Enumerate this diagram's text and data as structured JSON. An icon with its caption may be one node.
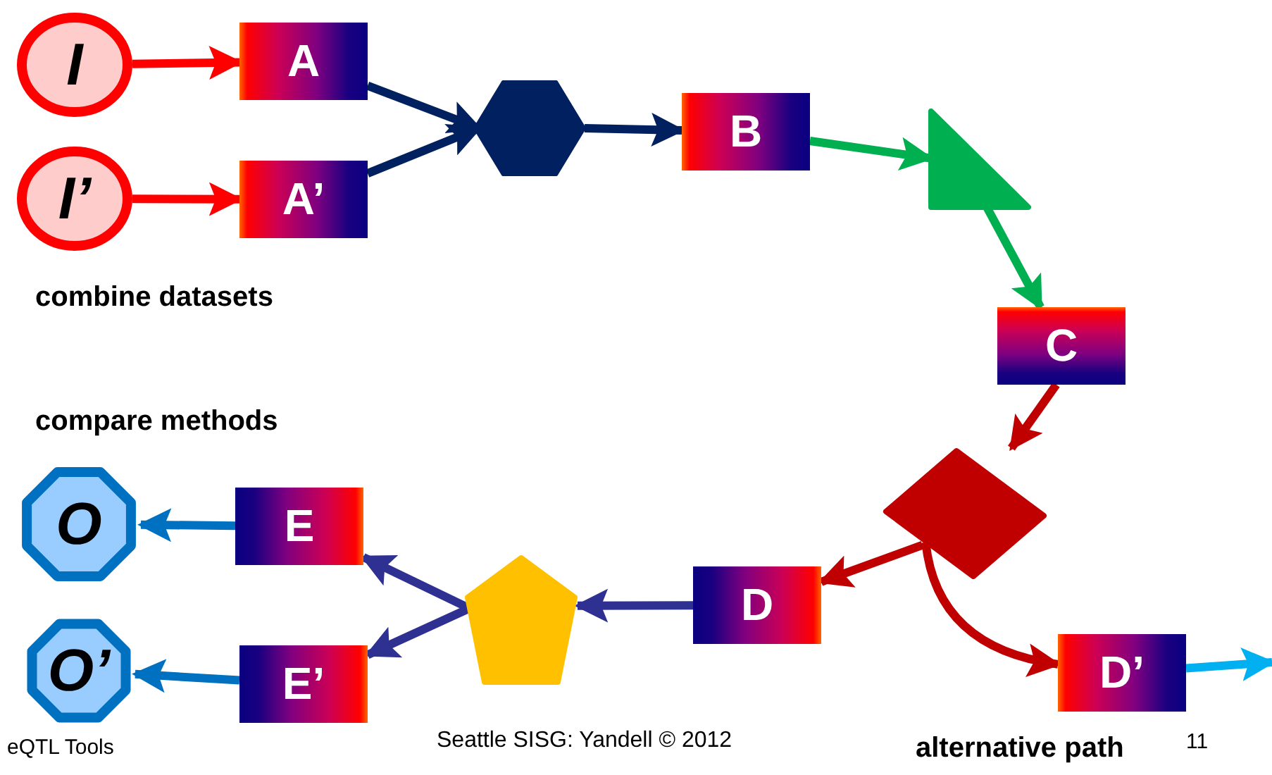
{
  "diagram": {
    "nodes": [
      {
        "text": [
          "I"
        ]
      },
      {
        "text": [
          "I’"
        ]
      },
      {
        "text": [
          "A"
        ]
      },
      {
        "text": [
          "A’"
        ]
      },
      {
        "text": [],
        "shape": "hexagon"
      },
      {
        "text": [
          "B"
        ]
      },
      {
        "text": [],
        "shape": "triangle"
      },
      {
        "text": [
          "C"
        ]
      },
      {
        "text": [],
        "shape": "diamond"
      },
      {
        "text": [
          "D"
        ]
      },
      {
        "text": [
          "D’"
        ]
      },
      {
        "text": [],
        "shape": "pentagon"
      },
      {
        "text": [
          "E"
        ]
      },
      {
        "text": [
          "E’"
        ]
      },
      {
        "text": [
          "O"
        ]
      },
      {
        "text": [
          "O’"
        ]
      }
    ],
    "edges": [
      {
        "from": 0,
        "to": 2,
        "arrow": "to",
        "color": "#ff0000"
      },
      {
        "from": 1,
        "to": 3,
        "arrow": "to",
        "color": "#ff0000"
      },
      {
        "from": 2,
        "to": 4,
        "arrow": "to",
        "color": "#002060"
      },
      {
        "from": 3,
        "to": 4,
        "arrow": "to",
        "color": "#002060"
      },
      {
        "from": 4,
        "to": 5,
        "arrow": "to",
        "color": "#002060"
      },
      {
        "from": 5,
        "to": 6,
        "arrow": "to",
        "color": "#00b050"
      },
      {
        "from": 6,
        "to": 7,
        "arrow": "to",
        "color": "#00b050"
      },
      {
        "from": 7,
        "to": 8,
        "arrow": "to",
        "color": "#c00000"
      },
      {
        "from": 8,
        "to": 9,
        "arrow": "to",
        "color": "#c00000"
      },
      {
        "from": 8,
        "to": 10,
        "arrow": "to",
        "color": "#c00000"
      },
      {
        "from": 10,
        "to": null,
        "arrow": "to",
        "color": "#00b0f0"
      },
      {
        "from": 9,
        "to": 11,
        "arrow": "to",
        "color": "#2e3192"
      },
      {
        "from": 11,
        "to": 12,
        "arrow": "to",
        "color": "#2e3192"
      },
      {
        "from": 11,
        "to": 13,
        "arrow": "to",
        "color": "#2e3192"
      },
      {
        "from": 12,
        "to": 14,
        "arrow": "to",
        "color": "#0070c0"
      },
      {
        "from": 13,
        "to": 15,
        "arrow": "to",
        "color": "#0070c0"
      }
    ],
    "labels": [
      "combine datasets",
      "compare methods",
      "eQTL Tools",
      "Seattle SISG: Yandell © 2012",
      "alternative path",
      "11"
    ]
  }
}
